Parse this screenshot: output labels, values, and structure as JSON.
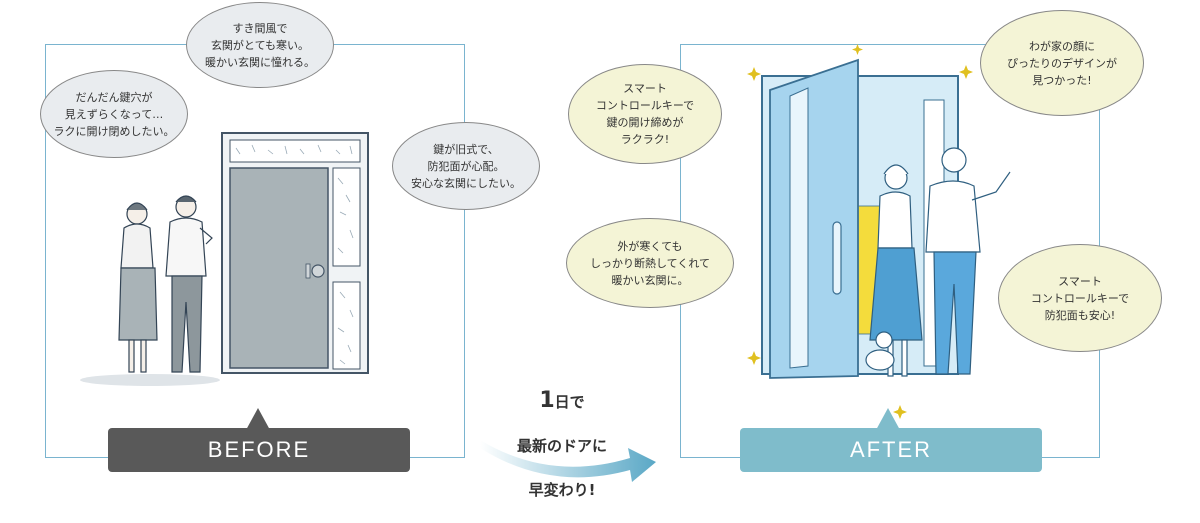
{
  "before": {
    "label": "BEFORE",
    "bubbles": [
      "だんだん鍵穴が\n見えずらくなって…\nラクに開け閉めしたい。",
      "すき間風で\n玄関がとても寒い。\n暖かい玄関に憧れる。",
      "鍵が旧式で、\n防犯面が心配。\n安心な玄関にしたい。"
    ]
  },
  "center": {
    "line1_num": "1",
    "line1_rest": "日で",
    "line2": "最新のドアに",
    "line3": "早変わり!"
  },
  "after": {
    "label": "AFTER",
    "bubbles": [
      "スマート\nコントロールキーで\n鍵の開け締めが\nラクラク!",
      "わが家の顔に\nぴったりのデザインが\n見つかった!",
      "外が寒くても\nしっかり断熱してくれて\n暖かい玄関に。",
      "スマート\nコントロールキーで\n防犯面も安心!"
    ]
  },
  "colors": {
    "panel_border": "#7ab4cf",
    "before_bar": "#595959",
    "after_bar": "#7fbccb",
    "door_before": "#a9b3b7",
    "door_after": "#a6d4ee",
    "bubble_before": "#e9ecef",
    "bubble_after": "#f4f4d6"
  }
}
